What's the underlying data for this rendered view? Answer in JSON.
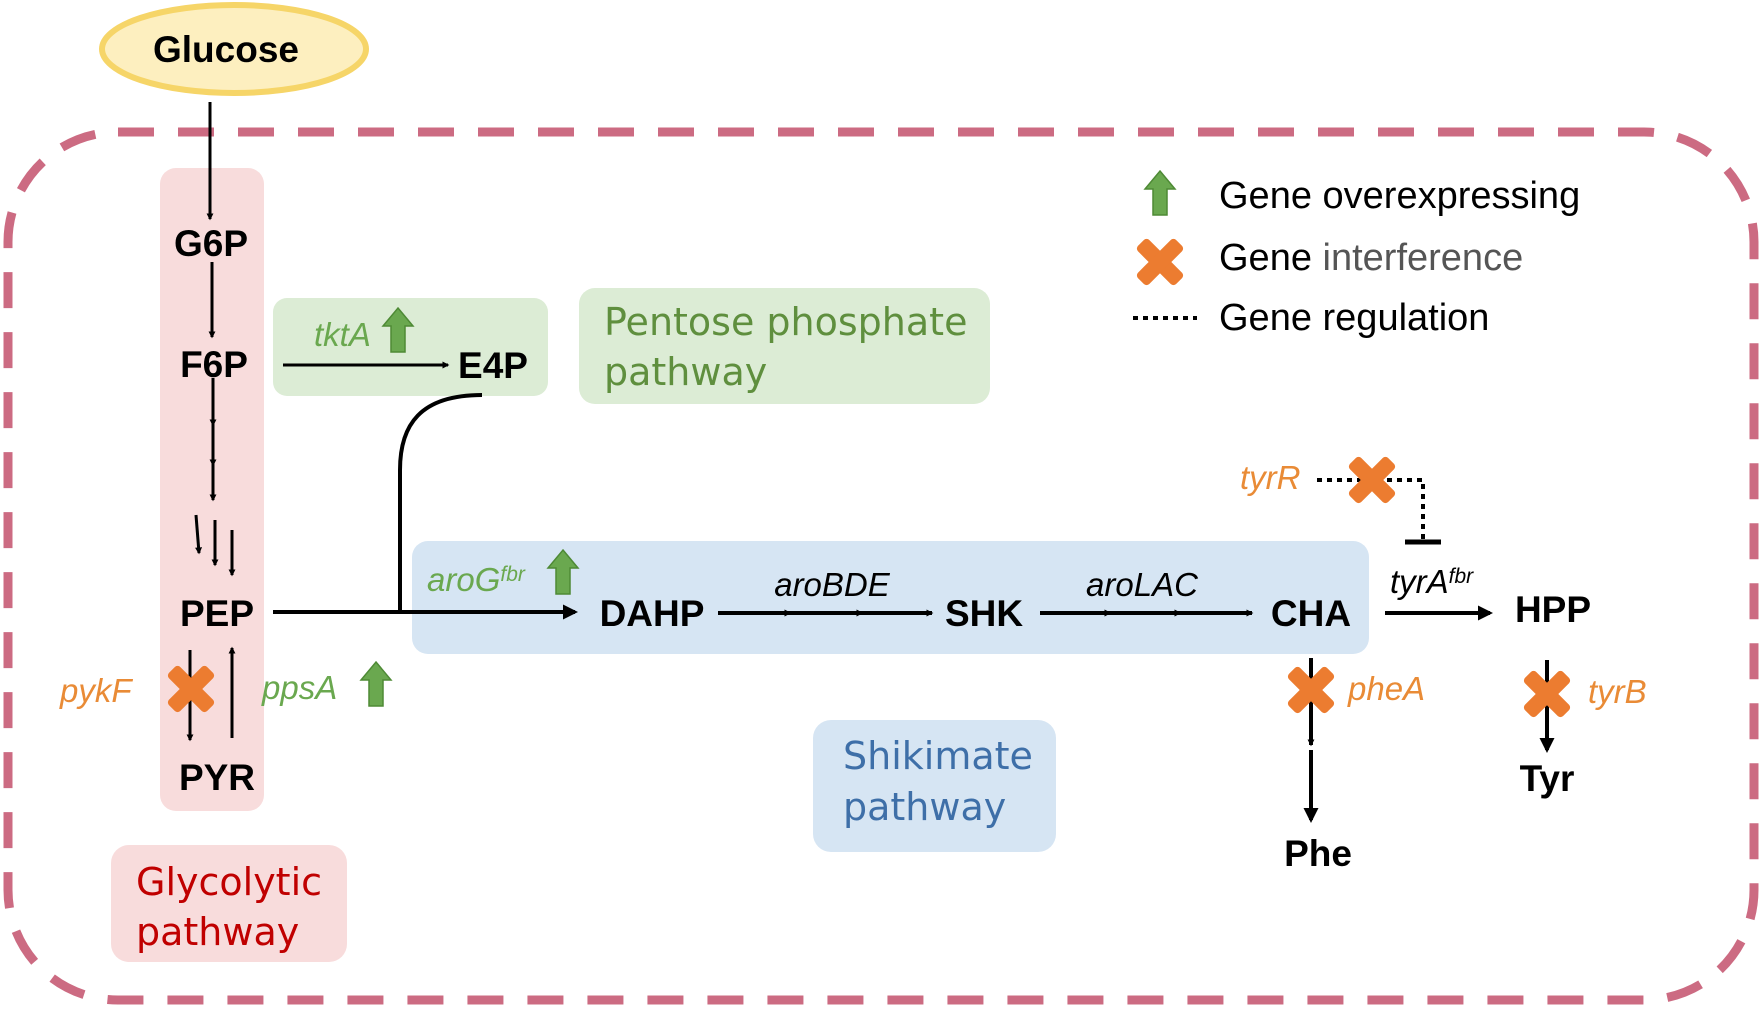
{
  "colors": {
    "cell_border": "#cc6b82",
    "glucose_fill": "#fdefbf",
    "glucose_stroke": "#f6d568",
    "glycolytic_bg": "#f8dcdc",
    "glycolytic_text": "#c00000",
    "pentose_bg": "#dcecd5",
    "pentose_text": "#5f8f3e",
    "shikimate_bg": "#d6e5f3",
    "shikimate_text": "#3e6fa8",
    "overexpress": "#6aa84f",
    "interfere": "#ec7c30",
    "gene_orange_text": "#e98b36"
  },
  "metabolites": {
    "glucose": "Glucose",
    "g6p": "G6P",
    "f6p": "F6P",
    "e4p": "E4P",
    "pep": "PEP",
    "pyr": "PYR",
    "dahp": "DAHP",
    "shk": "SHK",
    "cha": "CHA",
    "hpp": "HPP",
    "phe": "Phe",
    "tyr": "Tyr"
  },
  "genes": {
    "tktA": "tktA",
    "aroG": "aroG",
    "aroG_sup": "fbr",
    "aroBDE": "aroBDE",
    "aroLAC": "aroLAC",
    "tyrA": "tyrA",
    "tyrA_sup": "fbr",
    "pykF": "pykF",
    "ppsA": "ppsA",
    "tyrR": "tyrR",
    "pheA": "pheA",
    "tyrB": "tyrB"
  },
  "pathways": {
    "pentose": [
      "Pentose phosphate",
      "pathway"
    ],
    "shikimate": [
      "Shikimate",
      "pathway"
    ],
    "glycolytic": [
      "Glycolytic",
      "pathway"
    ]
  },
  "legend": {
    "overexpressing": "Gene overexpressing",
    "interference_a": "Gene ",
    "interference_b": "interference",
    "regulation": "Gene regulation",
    "icons": [
      "up-arrow-icon",
      "cross-icon",
      "dotted-line-icon"
    ]
  }
}
